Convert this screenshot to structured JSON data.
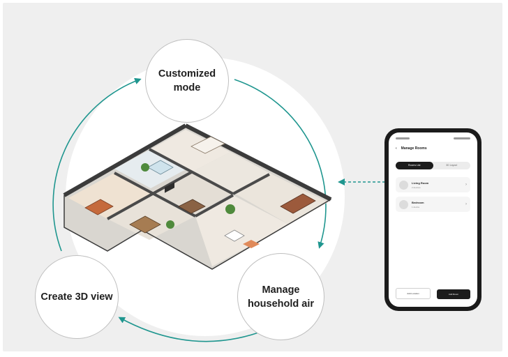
{
  "cycle": {
    "nodes": {
      "top": "Customized mode",
      "left": "Create 3D view",
      "right": "Manage household air"
    }
  },
  "phone": {
    "header_title": "Manage Rooms",
    "tabs": [
      "Rooms List",
      "3D Layout"
    ],
    "active_tab": 0,
    "rooms": [
      {
        "name": "Living Room",
        "sub": "2 devices"
      },
      {
        "name": "Bedroom",
        "sub": "1 device"
      }
    ],
    "buttons": {
      "left": "Add Location",
      "right": "Add Room"
    }
  },
  "colors": {
    "arrow": "#1f968f",
    "panel_bg": "#efefef",
    "node_bg": "#ffffff",
    "node_border": "#bfbfbf",
    "wall": "#3b3b3b",
    "floor": "#d9d6d0"
  }
}
